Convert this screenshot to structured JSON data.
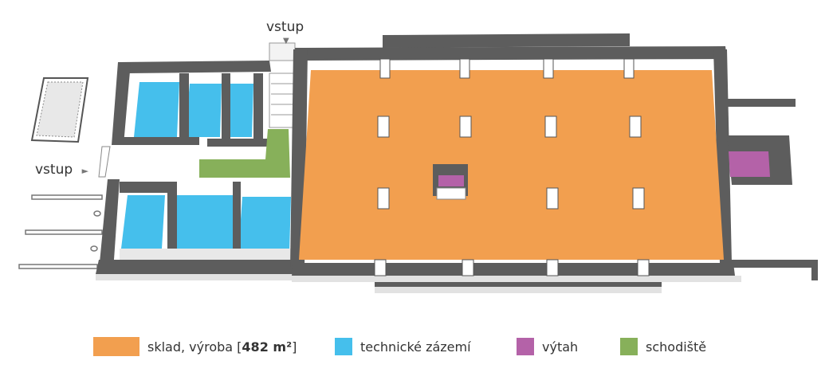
{
  "entrances": {
    "top": {
      "label": "vstup",
      "arrow": "▼"
    },
    "left": {
      "label": "vstup",
      "arrow": "►"
    }
  },
  "colors": {
    "warehouse": "#f29f4f",
    "technical": "#45bfec",
    "elevator": "#b462a8",
    "stairs": "#87b05a",
    "wall": "#5d5d5d"
  },
  "legend": [
    {
      "key": "warehouse",
      "label": "sklad, výroba [",
      "strong": "482 m²",
      "suffix": "]"
    },
    {
      "key": "technical",
      "label": "technické zázemí"
    },
    {
      "key": "elevator",
      "label": "výtah"
    },
    {
      "key": "stairs",
      "label": "schodiště"
    }
  ]
}
